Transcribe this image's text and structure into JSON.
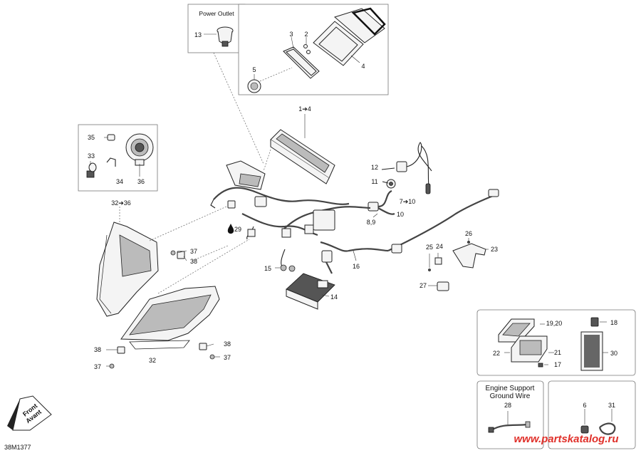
{
  "drawing_code": "38M1377",
  "watermark": "www.partskatalog.ru",
  "direction_badge": {
    "line1": "Front",
    "line2": "Avant"
  },
  "boxes": {
    "power_outlet": {
      "title": "Power Outlet"
    },
    "engine_ground": {
      "title_line1": "Engine Support",
      "title_line2": "Ground Wire"
    }
  },
  "callouts": {
    "c13": "13",
    "c3": "3",
    "c2": "2",
    "c4": "4",
    "c5": "5",
    "c1to4": "1➔4",
    "c35": "35",
    "c33": "33",
    "c34": "34",
    "c36": "36",
    "c32to36": "32➔36",
    "c12": "12",
    "c11": "11",
    "c7to10": "7➔10",
    "c10": "10",
    "c8_9": "8,9",
    "c29": "29",
    "c37a": "37",
    "c38a": "38",
    "c15": "15",
    "c16": "16",
    "c14": "14",
    "c26": "26",
    "c25": "25",
    "c24": "24",
    "c23": "23",
    "c27": "27",
    "c19_20": "19,20",
    "c18": "18",
    "c22": "22",
    "c21": "21",
    "c17": "17",
    "c30": "30",
    "c38b": "38",
    "c37b": "37",
    "c32": "32",
    "c38c": "38",
    "c37c": "37",
    "c28": "28",
    "c6": "6",
    "c31": "31"
  },
  "colors": {
    "watermark": "#e0302a",
    "line": "#222222",
    "frame": "#777777"
  }
}
